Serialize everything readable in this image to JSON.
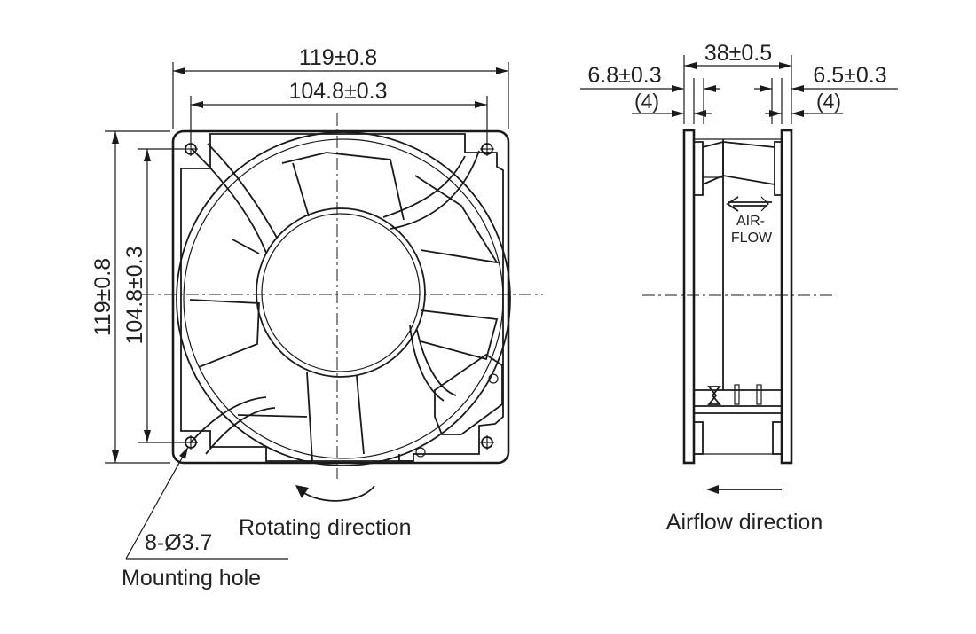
{
  "front_view": {
    "outer_width_dim": "119±0.8",
    "hole_pitch_width_dim": "104.8±0.3",
    "outer_height_dim": "119±0.8",
    "hole_pitch_height_dim": "104.8±0.3",
    "hole_spec": "8-Ø3.7",
    "hole_caption": "Mounting hole",
    "rotation_caption": "Rotating direction"
  },
  "side_view": {
    "depth_dim": "38±0.5",
    "left_flange_dim": "6.8±0.3",
    "left_flange_sub": "(4)",
    "right_flange_dim": "6.5±0.3",
    "right_flange_sub": "(4)",
    "airflow_label_line1": "AIR-",
    "airflow_label_line2": "FLOW",
    "airflow_caption": "Airflow direction"
  }
}
